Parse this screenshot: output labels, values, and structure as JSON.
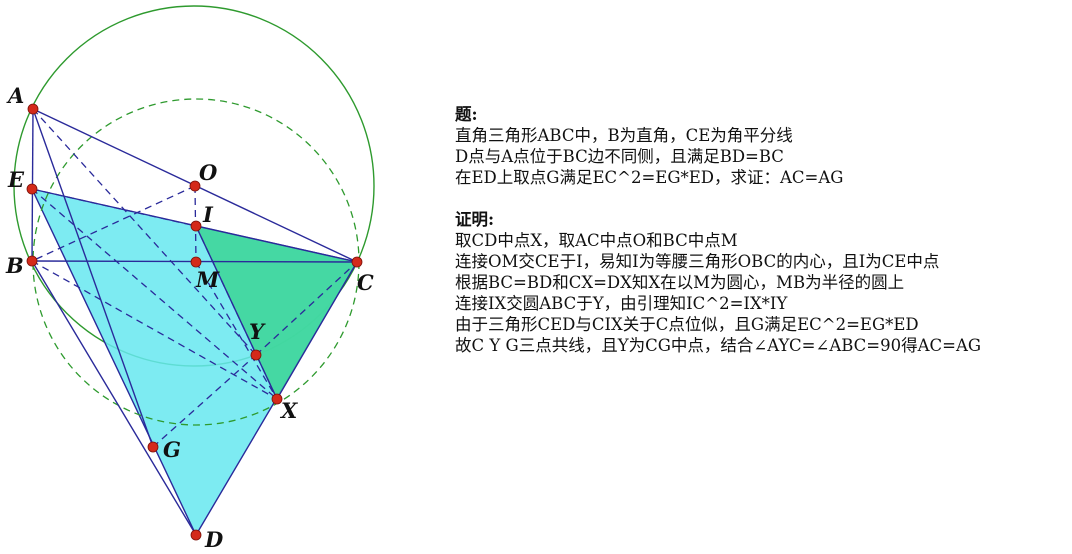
{
  "colors": {
    "background": "#ffffff",
    "circle": "#2e9a2e",
    "triangle_fill": "#66e8f0",
    "triangle_stroke": "#2a2a9a",
    "green_fill": "#3fd69a",
    "point_fill": "#d42a1a",
    "line": "#2a2a9a",
    "text": "#111111"
  },
  "points": {
    "A": "A",
    "E": "E",
    "B": "B",
    "O": "O",
    "I": "I",
    "M": "M",
    "C": "C",
    "Y": "Y",
    "X": "X",
    "G": "G",
    "D": "D"
  },
  "problem": {
    "heading": "题:",
    "lines": [
      "直角三角形ABC中，B为直角，CE为角平分线",
      "D点与A点位于BC边不同侧，且满足BD=BC",
      "在ED上取点G满足EC^2=EG*ED，求证：AC=AG"
    ]
  },
  "proof": {
    "heading": "证明:",
    "lines": [
      "取CD中点X，取AC中点O和BC中点M",
      "连接OM交CE于I，易知I为等腰三角形OBC的内心，且I为CE中点",
      "根据BC=BD和CX=DX知X在以M为圆心，MB为半径的圆上",
      "连接IX交圆ABC于Y，由引理知IC^2=IX*IY",
      "由于三角形CED与CIX关于C点位似，且G满足EC^2=EG*ED",
      "故C Y G三点共线，且Y为CG中点，结合∠AYC=∠ABC=90得AC=AG"
    ]
  }
}
